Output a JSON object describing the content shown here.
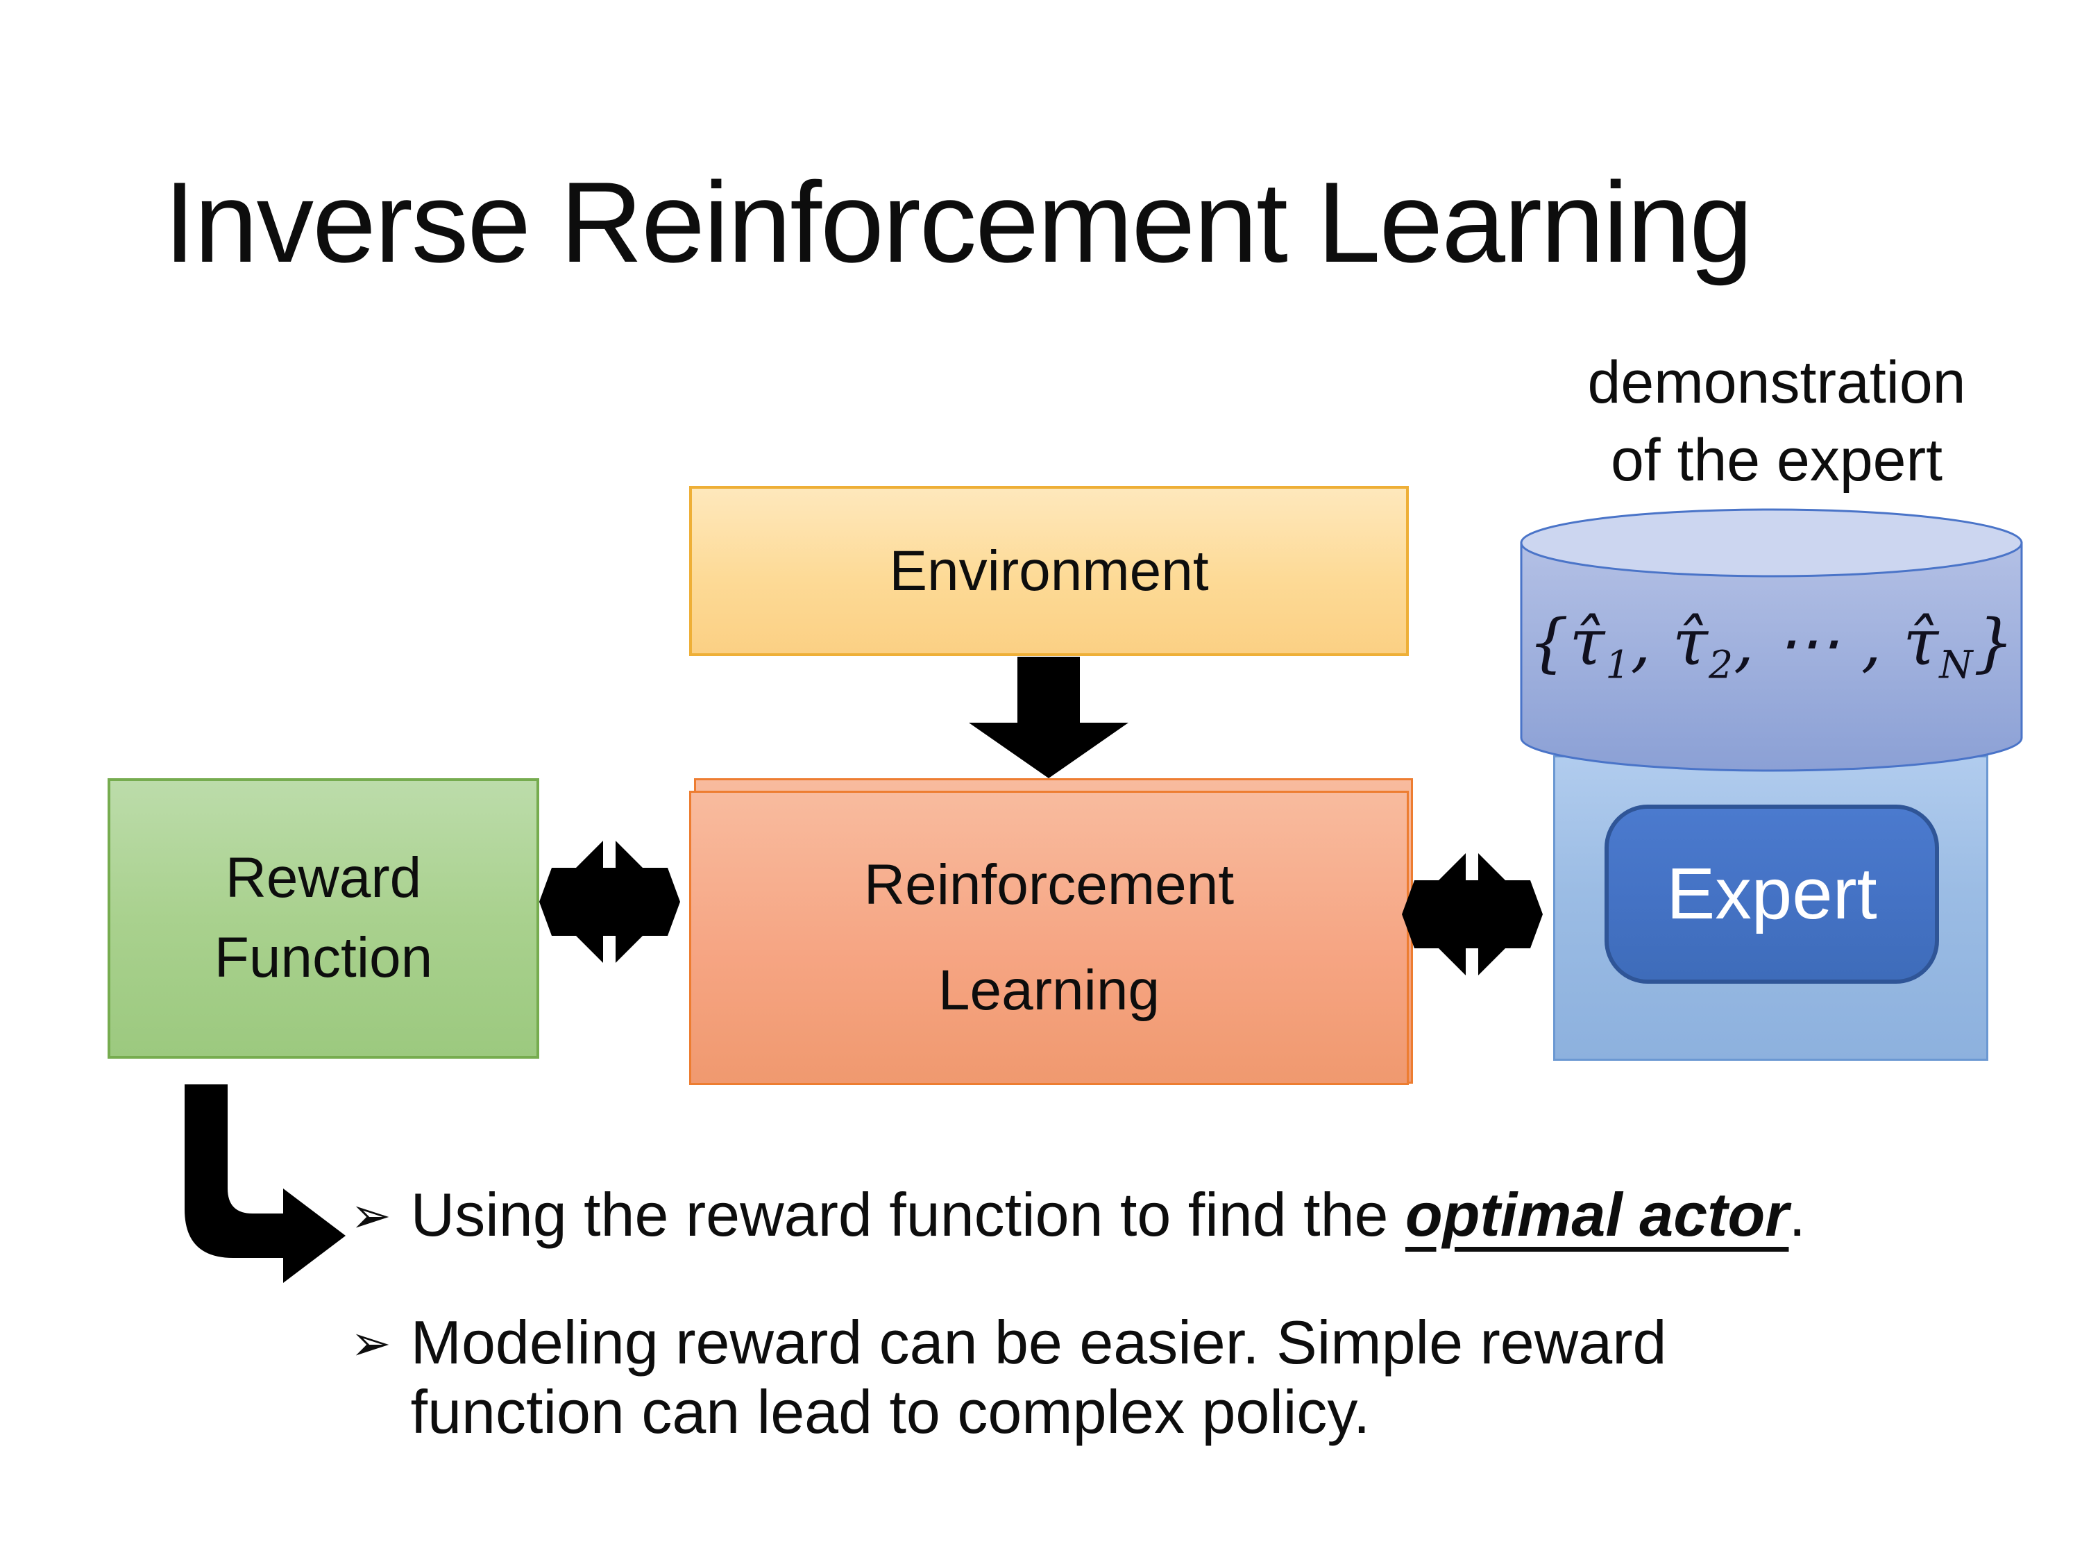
{
  "slide": {
    "title": "Inverse Reinforcement Learning",
    "demo_label": "demonstration\nof the expert",
    "environment_label": "Environment",
    "reward_label": "Reward\nFunction",
    "rl_label": "Reinforcement\nLearning",
    "expert_label": "Expert",
    "math": {
      "open": "{",
      "tau": "τ̂",
      "sub1": "1",
      "comma": ", ",
      "sub2": "2",
      "dots": ", ⋯ , ",
      "subN": "N",
      "close": "}"
    },
    "bullets": [
      {
        "marker": "➢",
        "prefix": "Using the reward function to find the ",
        "highlight": "optimal actor",
        "suffix": "."
      },
      {
        "marker": "➢",
        "text": "Modeling reward can be easier. Simple reward\nfunction can lead to complex policy."
      }
    ],
    "palette": {
      "environment_fill": "#FDDA96",
      "environment_border": "#EEAF37",
      "reward_fill": "#A9D18E",
      "reward_border": "#76AC4F",
      "rl_fill": "#F6A583",
      "rl_border": "#ED7D31",
      "expert_panel_fill": "#9BBCE4",
      "expert_panel_border": "#6B98D2",
      "expert_fill": "#4472C4",
      "expert_border": "#2F5597",
      "cylinder_fill": "#97ABDB",
      "cylinder_top_fill": "#CCD6F0",
      "cylinder_border": "#4A74C8",
      "arrow_color": "#000000",
      "text_color": "#0D0D0D",
      "background": "#FFFFFF"
    }
  }
}
